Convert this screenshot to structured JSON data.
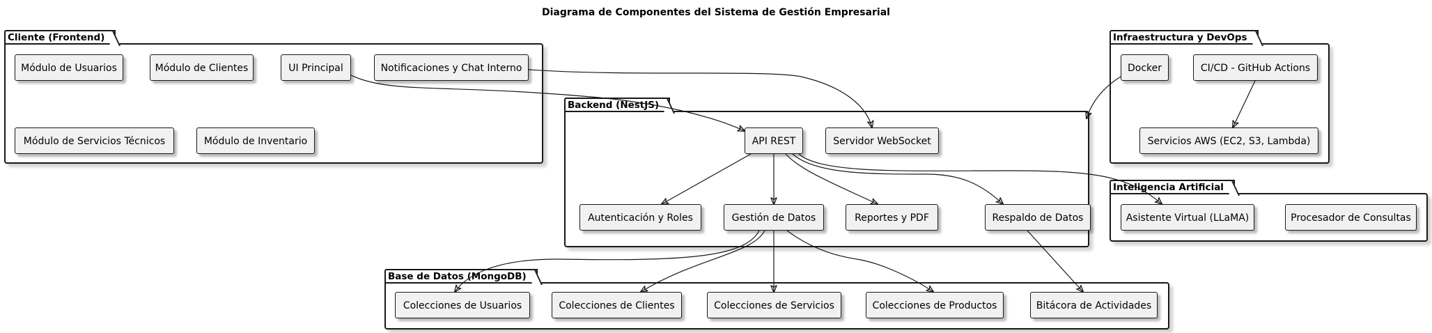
{
  "title": "Diagrama de Componentes del Sistema de Gestión Empresarial",
  "packages": {
    "cliente": {
      "label": "Cliente (Frontend)",
      "components": {
        "usuarios": "Módulo de Usuarios",
        "clientes": "Módulo de Clientes",
        "ui": "UI Principal",
        "notificaciones": "Notificaciones y Chat Interno",
        "servicios": "Módulo de Servicios Técnicos",
        "inventario": "Módulo de Inventario"
      }
    },
    "backend": {
      "label": "Backend (NestJS)",
      "components": {
        "api": "API REST",
        "websocket": "Servidor WebSocket",
        "auth": "Autenticación y Roles",
        "gestion": "Gestión de Datos",
        "reportes": "Reportes y PDF",
        "respaldo": "Respaldo de Datos"
      }
    },
    "infra": {
      "label": "Infraestructura y DevOps",
      "components": {
        "docker": "Docker",
        "cicd": "CI/CD - GitHub Actions",
        "aws": "Servicios AWS (EC2, S3, Lambda)"
      }
    },
    "ia": {
      "label": "Inteligencia Artificial",
      "components": {
        "asistente": "Asistente Virtual (LLaMA)",
        "procesador": "Procesador de Consultas"
      }
    },
    "db": {
      "label": "Base de Datos (MongoDB)",
      "components": {
        "usuarios": "Colecciones de Usuarios",
        "clientes": "Colecciones de Clientes",
        "servicios": "Colecciones de Servicios",
        "productos": "Colecciones de Productos",
        "bitacora": "Bitácora de Actividades"
      }
    }
  },
  "connections": [
    {
      "from": "UI Principal",
      "to": "API REST"
    },
    {
      "from": "Notificaciones y Chat Interno",
      "to": "Servidor WebSocket"
    },
    {
      "from": "Docker",
      "to": "Backend (NestJS)"
    },
    {
      "from": "CI/CD - GitHub Actions",
      "to": "Servicios AWS (EC2, S3, Lambda)"
    },
    {
      "from": "API REST",
      "to": "Autenticación y Roles"
    },
    {
      "from": "API REST",
      "to": "Gestión de Datos"
    },
    {
      "from": "API REST",
      "to": "Reportes y PDF"
    },
    {
      "from": "API REST",
      "to": "Respaldo de Datos"
    },
    {
      "from": "API REST",
      "to": "Asistente Virtual (LLaMA)"
    },
    {
      "from": "Gestión de Datos",
      "to": "Colecciones de Usuarios"
    },
    {
      "from": "Gestión de Datos",
      "to": "Colecciones de Clientes"
    },
    {
      "from": "Gestión de Datos",
      "to": "Colecciones de Servicios"
    },
    {
      "from": "Gestión de Datos",
      "to": "Colecciones de Productos"
    },
    {
      "from": "Respaldo de Datos",
      "to": "Bitácora de Actividades"
    }
  ]
}
